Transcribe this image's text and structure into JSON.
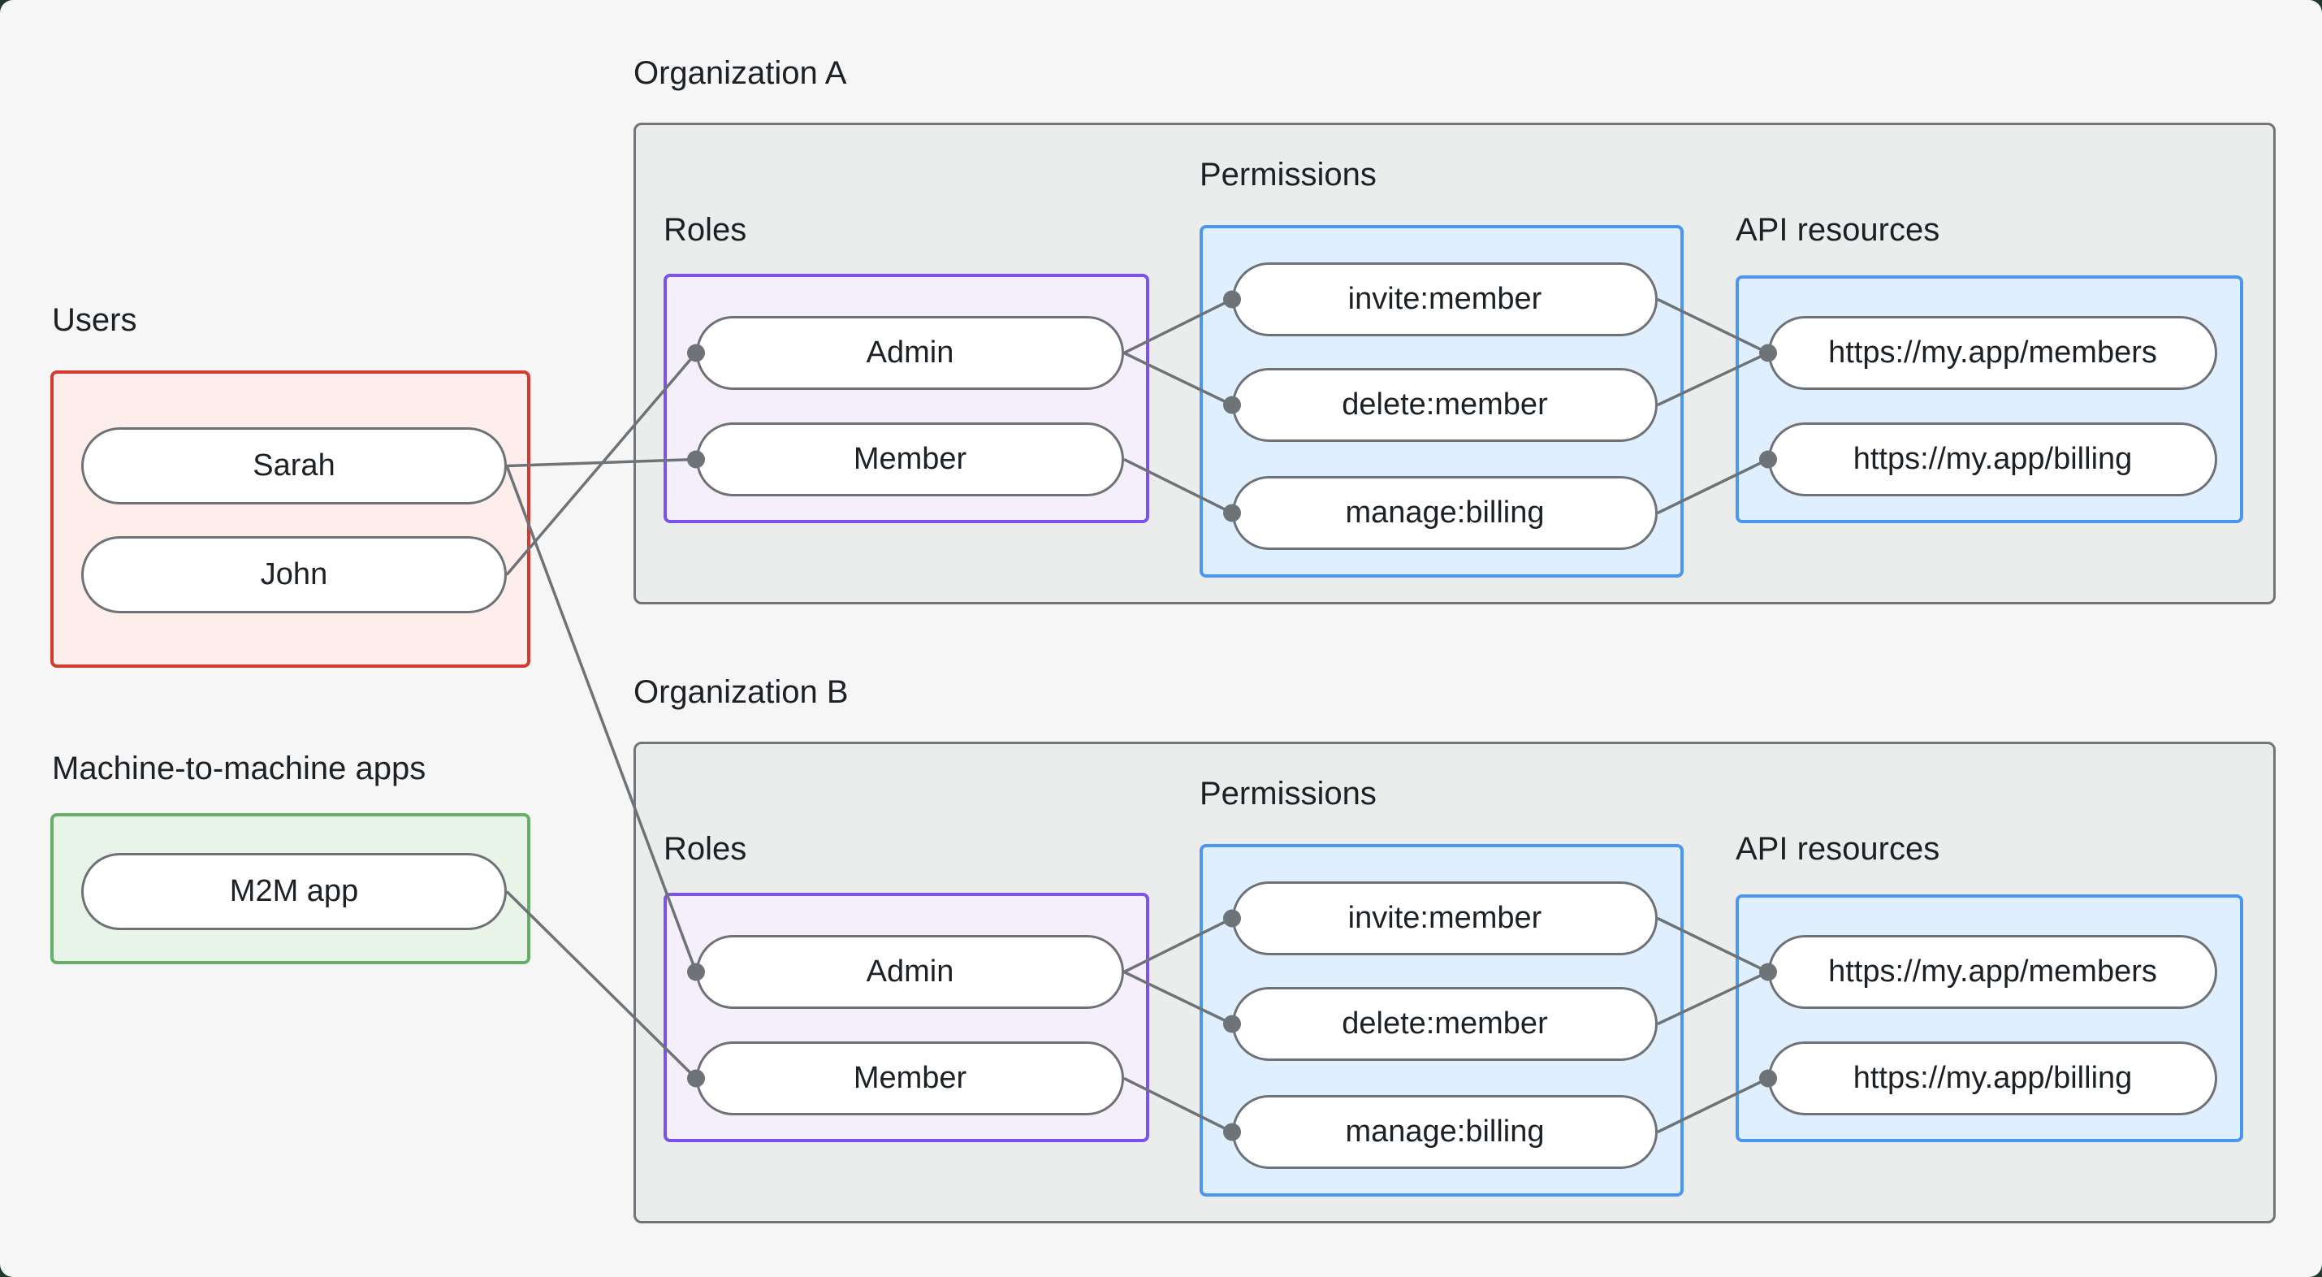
{
  "colors": {
    "backdrop": "#20392c",
    "canvas_bg": "#f5f6f5",
    "container_bg": "#ebecec",
    "container_border": "#717478",
    "pill_bg": "#ffffff",
    "pill_border": "#6e7276",
    "text": "#1c2126",
    "edge": "#6e7377",
    "users_border": "#d6392f",
    "users_bg": "#fdeeec",
    "m2m_border": "#67af69",
    "m2m_bg": "#e9f4e9",
    "roles_border": "#7b52f0",
    "roles_bg": "#f5eefb",
    "perm_border": "#4b96f3",
    "perm_bg": "#e0effd"
  },
  "users": {
    "label": "Users",
    "items": [
      {
        "id": "sarah",
        "label": "Sarah"
      },
      {
        "id": "john",
        "label": "John"
      }
    ]
  },
  "m2m": {
    "label": "Machine-to-machine apps",
    "items": [
      {
        "id": "m2m",
        "label": "M2M app"
      }
    ]
  },
  "org_a": {
    "label": "Organization A",
    "roles_label": "Roles",
    "permissions_label": "Permissions",
    "api_label": "API resources",
    "roles": [
      {
        "id": "a-admin",
        "label": "Admin"
      },
      {
        "id": "a-member",
        "label": "Member"
      }
    ],
    "permissions": [
      {
        "id": "a-invite",
        "label": "invite:member"
      },
      {
        "id": "a-delete",
        "label": "delete:member"
      },
      {
        "id": "a-manage",
        "label": "manage:billing"
      }
    ],
    "api_resources": [
      {
        "id": "a-members",
        "label": "https://my.app/members"
      },
      {
        "id": "a-billing",
        "label": "https://my.app/billing"
      }
    ]
  },
  "org_b": {
    "label": "Organization B",
    "roles_label": "Roles",
    "permissions_label": "Permissions",
    "api_label": "API resources",
    "roles": [
      {
        "id": "b-admin",
        "label": "Admin"
      },
      {
        "id": "b-member",
        "label": "Member"
      }
    ],
    "permissions": [
      {
        "id": "b-invite",
        "label": "invite:member"
      },
      {
        "id": "b-delete",
        "label": "delete:member"
      },
      {
        "id": "b-manage",
        "label": "manage:billing"
      }
    ],
    "api_resources": [
      {
        "id": "b-members",
        "label": "https://my.app/members"
      },
      {
        "id": "b-billing",
        "label": "https://my.app/billing"
      }
    ]
  },
  "edges": [
    {
      "from": "sarah",
      "to": "a-member"
    },
    {
      "from": "john",
      "to": "a-admin"
    },
    {
      "from": "sarah",
      "to": "b-admin"
    },
    {
      "from": "m2m",
      "to": "b-member"
    },
    {
      "from": "a-admin",
      "to": "a-invite"
    },
    {
      "from": "a-admin",
      "to": "a-delete"
    },
    {
      "from": "a-member",
      "to": "a-manage"
    },
    {
      "from": "a-invite",
      "to": "a-members"
    },
    {
      "from": "a-delete",
      "to": "a-members"
    },
    {
      "from": "a-manage",
      "to": "a-billing"
    },
    {
      "from": "b-admin",
      "to": "b-invite"
    },
    {
      "from": "b-admin",
      "to": "b-delete"
    },
    {
      "from": "b-member",
      "to": "b-manage"
    },
    {
      "from": "b-invite",
      "to": "b-members"
    },
    {
      "from": "b-delete",
      "to": "b-members"
    },
    {
      "from": "b-manage",
      "to": "b-billing"
    }
  ]
}
